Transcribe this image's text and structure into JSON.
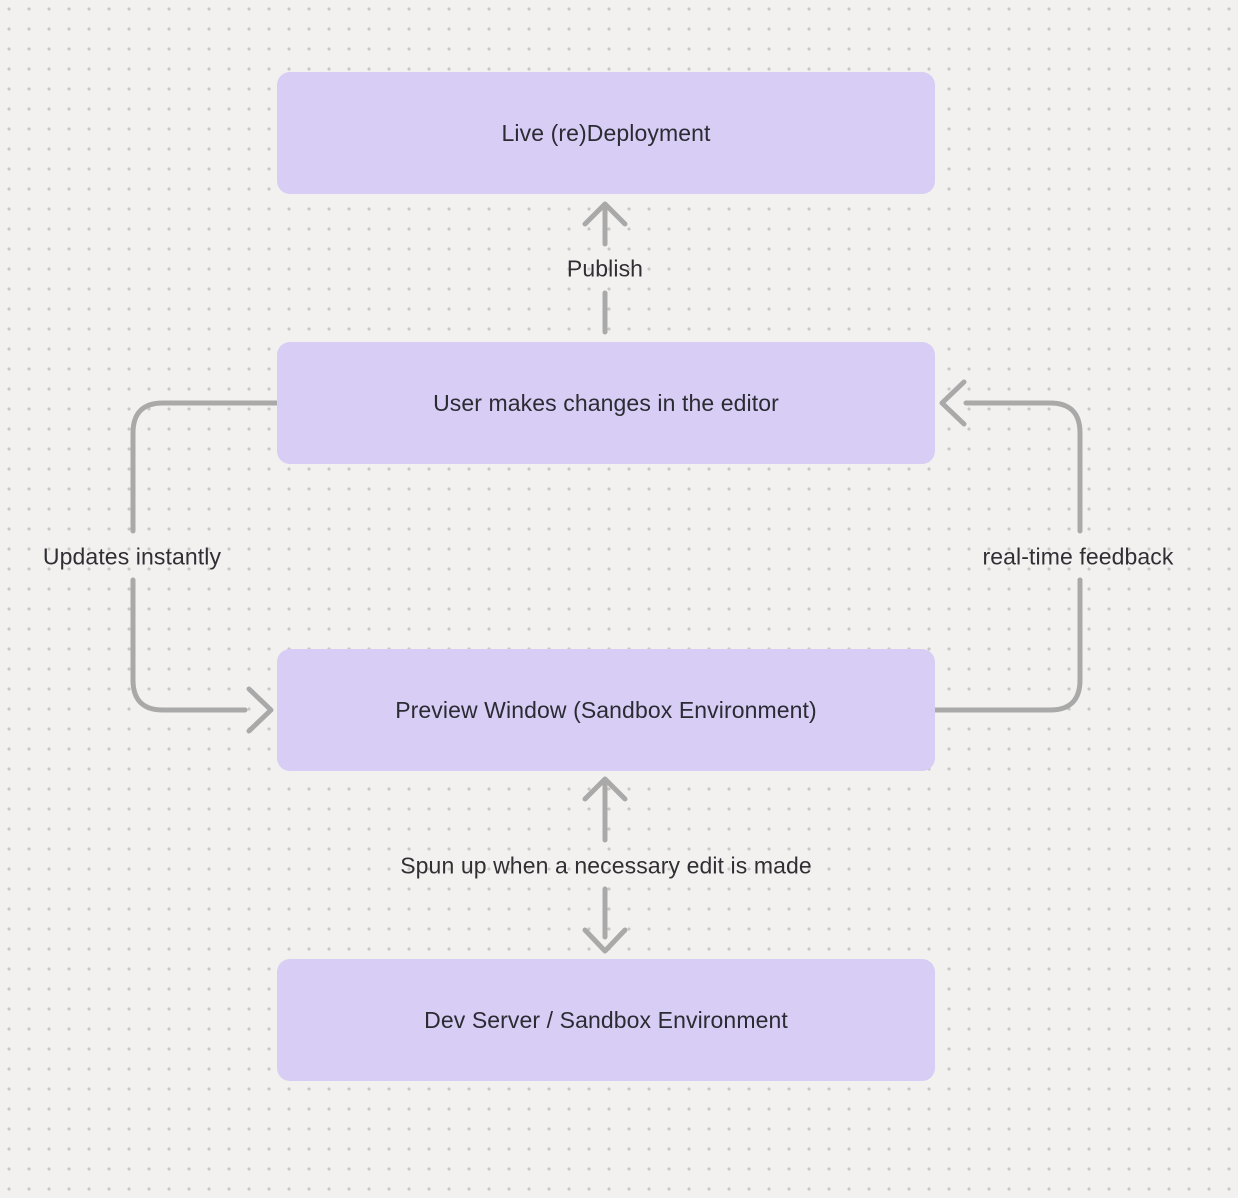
{
  "diagram": {
    "nodes": [
      {
        "id": "live-deployment",
        "label": "Live (re)Deployment"
      },
      {
        "id": "editor-changes",
        "label": "User makes changes in the editor"
      },
      {
        "id": "preview-window",
        "label": "Preview Window (Sandbox Environment)"
      },
      {
        "id": "dev-server",
        "label": "Dev Server / Sandbox Environment"
      }
    ],
    "edges": [
      {
        "id": "publish",
        "label": "Publish",
        "from": "editor-changes",
        "to": "live-deployment",
        "bidirectional": false
      },
      {
        "id": "updates-instantly",
        "label": "Updates instantly",
        "from": "editor-changes",
        "to": "preview-window",
        "bidirectional": false
      },
      {
        "id": "real-time-feedback",
        "label": "real-time feedback",
        "from": "preview-window",
        "to": "editor-changes",
        "bidirectional": false
      },
      {
        "id": "spun-up",
        "label": "Spun up when a necessary edit is made",
        "from": "dev-server",
        "to": "preview-window",
        "bidirectional": true
      }
    ]
  },
  "colors": {
    "canvas_bg": "#f2f1f0",
    "dot": "#c7c7c5",
    "node_fill": "#d8cdf4",
    "node_text": "#2b2b33",
    "label_text": "#303034",
    "arrow": "#a9a9a9"
  }
}
